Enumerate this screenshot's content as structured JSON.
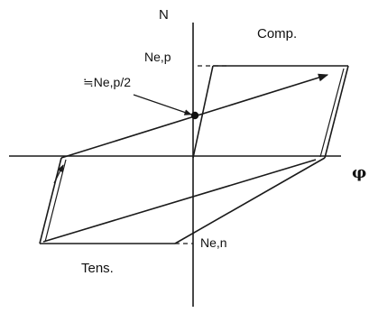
{
  "labels": {
    "axis_n": "N",
    "axis_phi": "φ",
    "comp": "Comp.",
    "tens": "Tens.",
    "nep": "Ne,p",
    "nen": "Ne,n",
    "nep_half": "≒Ne,p/2"
  }
}
